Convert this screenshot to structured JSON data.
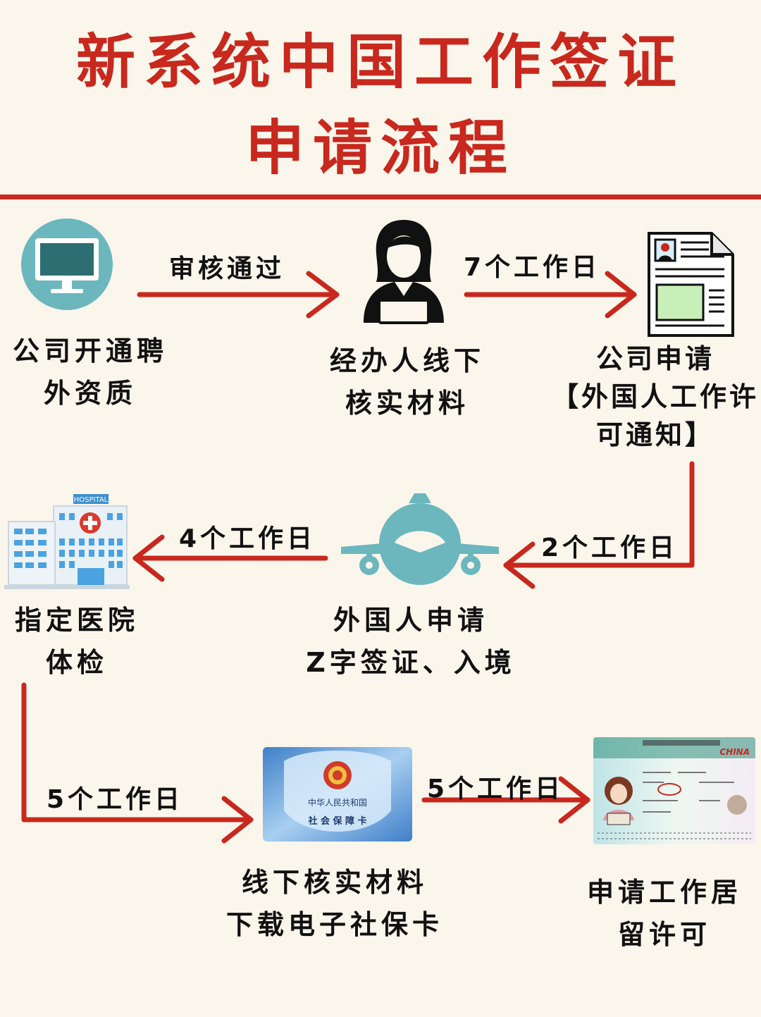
{
  "title": {
    "line1": "新系统中国工作签证",
    "line2": "申请流程"
  },
  "steps": {
    "s1": {
      "line1": "公司开通聘",
      "line2": "外资质",
      "icon": "computer-monitor-icon"
    },
    "s2": {
      "line1": "经办人线下",
      "line2": "核实材料",
      "icon": "officer-person-icon"
    },
    "s3": {
      "line1": "公司申请",
      "line2": "【外国人工作许",
      "line3": "可通知】",
      "icon": "document-id-icon"
    },
    "s4": {
      "line1": "外国人申请",
      "line2": "Z字签证、入境",
      "icon": "airplane-icon"
    },
    "s5": {
      "line1": "指定医院",
      "line2": "体检",
      "icon": "hospital-building-icon",
      "sign": "HOSPITAL"
    },
    "s6": {
      "line1": "线下核实材料",
      "line2": "下载电子社保卡",
      "icon": "social-security-card-icon",
      "card_line1": "中华人民共和国",
      "card_line2": "社 会 保 障 卡"
    },
    "s7": {
      "line1": "申请工作居",
      "line2": "留许可",
      "icon": "residence-permit-icon",
      "permit_country": "CHINA"
    }
  },
  "arrows": {
    "a1": "审核通过",
    "a2": "7个工作日",
    "a3": "2个工作日",
    "a4": "4个工作日",
    "a5": "5个工作日",
    "a6": "5个工作日"
  },
  "colors": {
    "accent": "#c8281d",
    "background": "#fbf6ec",
    "teal": "#6bb7bd"
  }
}
